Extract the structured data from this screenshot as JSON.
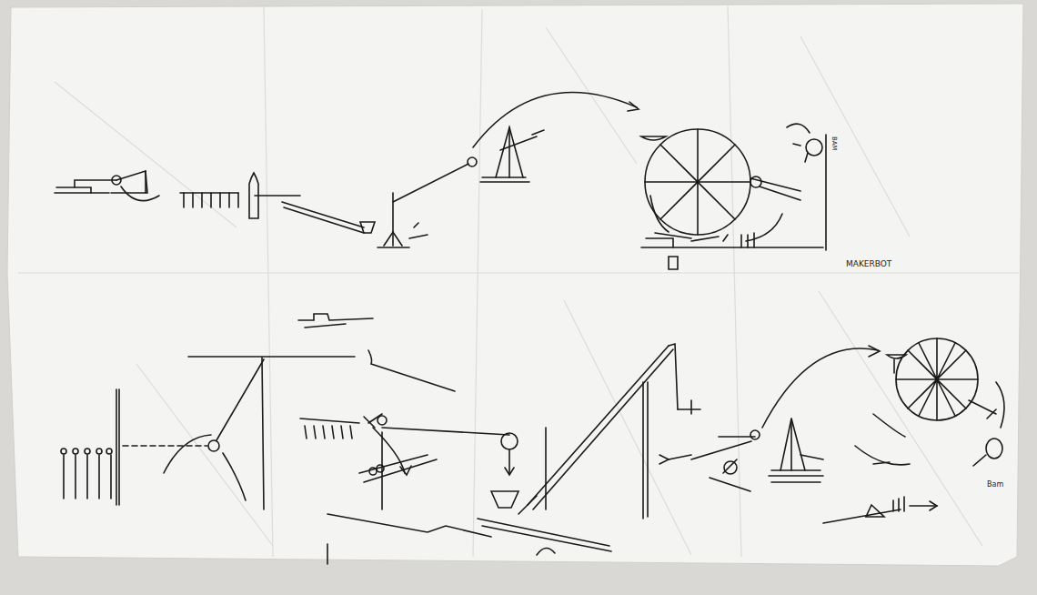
{
  "diagram": {
    "labels": [
      "MAKERBOT",
      "BAM",
      "Bam"
    ]
  }
}
